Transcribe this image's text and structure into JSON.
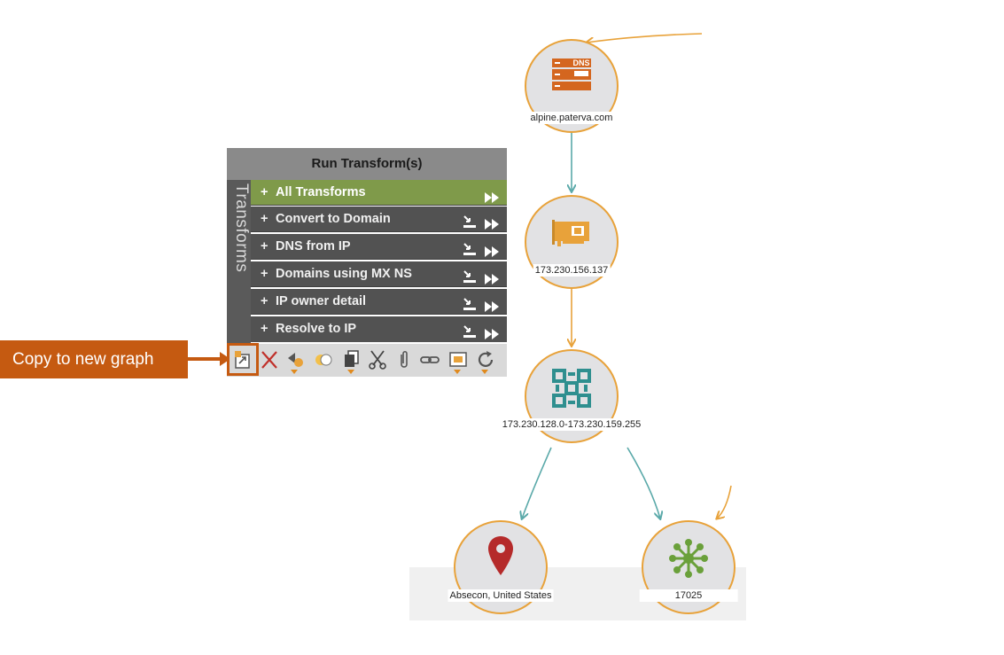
{
  "panel": {
    "title": "Run Transform(s)",
    "side_label": "Transforms",
    "rows": [
      {
        "label": "All Transforms",
        "prefix": "+"
      },
      {
        "label": "Convert to Domain",
        "prefix": "+"
      },
      {
        "label": "DNS from IP",
        "prefix": "+"
      },
      {
        "label": "Domains using MX NS",
        "prefix": "+"
      },
      {
        "label": "IP owner detail",
        "prefix": "+"
      },
      {
        "label": "Resolve to IP",
        "prefix": "+"
      }
    ],
    "toolbar_icons": [
      "copy-to-new-graph-icon",
      "delete-icon",
      "change-type-icon",
      "merge-icon",
      "copy-icon",
      "cut-icon",
      "attach-icon",
      "link-icon",
      "select-icon",
      "refresh-icon"
    ]
  },
  "callout": {
    "text": "Copy to new graph"
  },
  "graph": {
    "nodes": [
      {
        "id": "dns",
        "label": "alpine.paterva.com",
        "icon": "dns-server-icon",
        "icon_text": "DNS"
      },
      {
        "id": "ip",
        "label": "173.230.156.137",
        "icon": "network-card-icon"
      },
      {
        "id": "netblock",
        "label": "173.230.128.0-173.230.159.255",
        "icon": "netblock-icon"
      },
      {
        "id": "location",
        "label": "Absecon, United States",
        "icon": "location-pin-icon"
      },
      {
        "id": "as",
        "label": "17025",
        "icon": "as-network-icon"
      }
    ]
  },
  "colors": {
    "accent_orange": "#e8a23a",
    "edge_teal": "#5aa9a9",
    "active_row": "#7f9a4a",
    "callout": "#c55a11",
    "dns_icon": "#d4661f",
    "netblock_icon": "#2f8f8f",
    "pin_icon": "#b52a2a",
    "as_icon": "#6aa03a"
  }
}
